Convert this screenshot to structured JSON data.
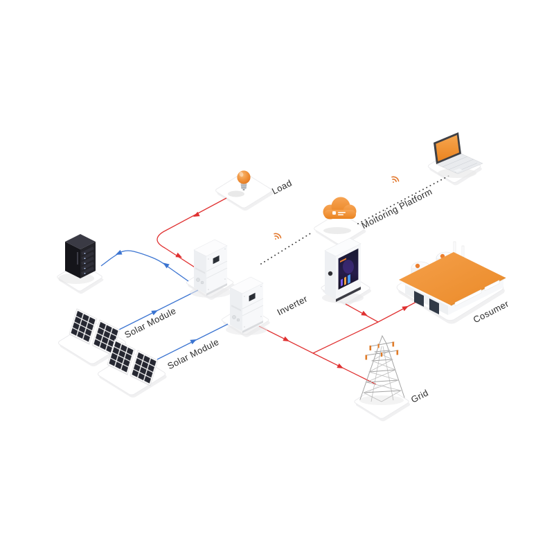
{
  "nodes": {
    "load": {
      "label": "Load"
    },
    "monitoring": {
      "label": "Moitoring Platform"
    },
    "inverter": {
      "label": "Inverter"
    },
    "consumer": {
      "label": "Cosumer"
    },
    "grid": {
      "label": "Grid"
    },
    "solar_module_1": {
      "label": "Solar Module"
    },
    "solar_module_2": {
      "label": "Solar Module"
    }
  },
  "colors": {
    "ac_line_red": "#e03131",
    "dc_line_blue": "#3b74d1",
    "comm_dotted_gray": "#3f3f3f",
    "accent_orange": "#ee8a2e",
    "label_text": "#2b2b2b",
    "platform_white": "#ffffff"
  },
  "icons": {
    "wireless_left": "wifi-icon",
    "wireless_right": "wifi-icon",
    "load_device": "light-bulb-icon",
    "monitoring_device": "cloud-icon",
    "remote_device": "laptop-icon",
    "storage_device": "battery-tower-icon",
    "inverter_devices": "inverter-box-icon",
    "display_device": "kiosk-display-icon",
    "consumer_device": "factory-building-icon",
    "grid_device": "transmission-tower-icon",
    "solar_devices": "solar-panel-icon"
  }
}
